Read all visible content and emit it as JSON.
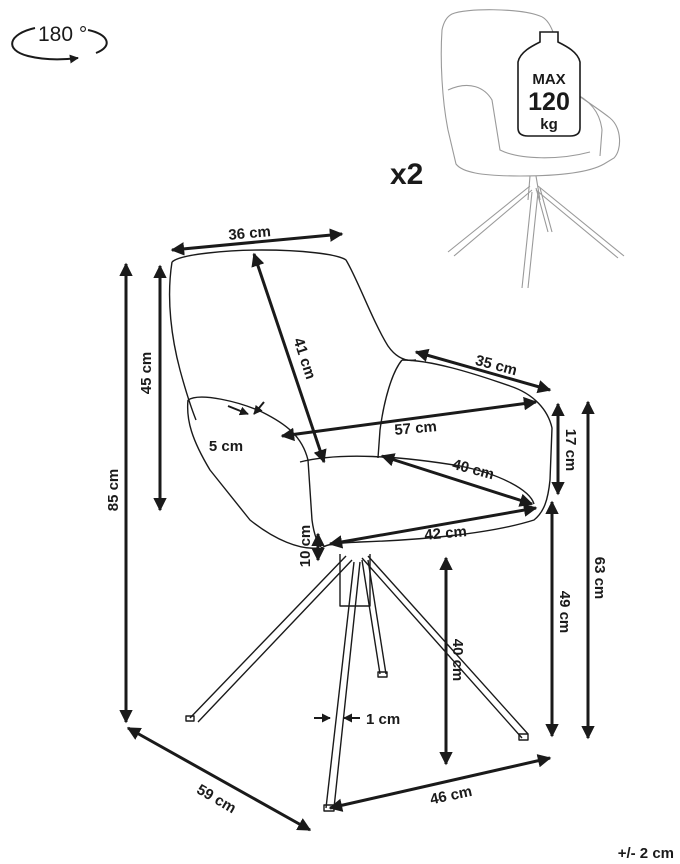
{
  "rotation": {
    "label": "180 °"
  },
  "weight_badge": {
    "max": "MAX",
    "value": "120",
    "unit": "kg"
  },
  "quantity": {
    "label": "x2"
  },
  "dimensions": {
    "back_width": "36 cm",
    "back_height": "41 cm",
    "backrest_height": "45 cm",
    "total_height": "85 cm",
    "armrest_thickness": "5 cm",
    "armrest_depth": "35 cm",
    "armrest_height": "17 cm",
    "inner_width": "57 cm",
    "seat_depth": "40 cm",
    "seat_width": "42 cm",
    "seat_thickness": "10 cm",
    "armrest_total_height": "63 cm",
    "seat_height": "49 cm",
    "leg_height": "40 cm",
    "leg_thickness": "1 cm",
    "depth": "59 cm",
    "width": "46 cm"
  },
  "tolerance": "+/- 2 cm",
  "colors": {
    "line": "#1a1a1a",
    "sketch": "#9a9a9a",
    "background": "#ffffff"
  }
}
